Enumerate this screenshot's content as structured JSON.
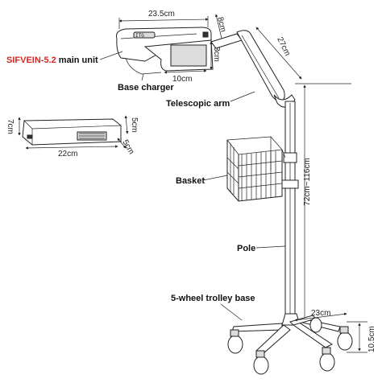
{
  "dimensions": {
    "main_unit_length": "23.5cm",
    "main_unit_height": "8cm",
    "arm_length": "27cm",
    "charger_height": "8cm",
    "charger_width": "10cm",
    "side_height": "7cm",
    "side_depth_right": "5cm",
    "side_depth_bottom": "5cm",
    "side_length": "22cm",
    "pole_height": "72cm~116cm",
    "base_width": "23cm",
    "base_height": "10.5cm"
  },
  "labels": {
    "product_name": "SIFVEIN-5.2",
    "product_suffix": " main unit",
    "base_charger": "Base charger",
    "telescopic_arm": "Telescopic arm",
    "basket": "Basket",
    "pole": "Pole",
    "trolley_base": "5-wheel trolley base"
  }
}
